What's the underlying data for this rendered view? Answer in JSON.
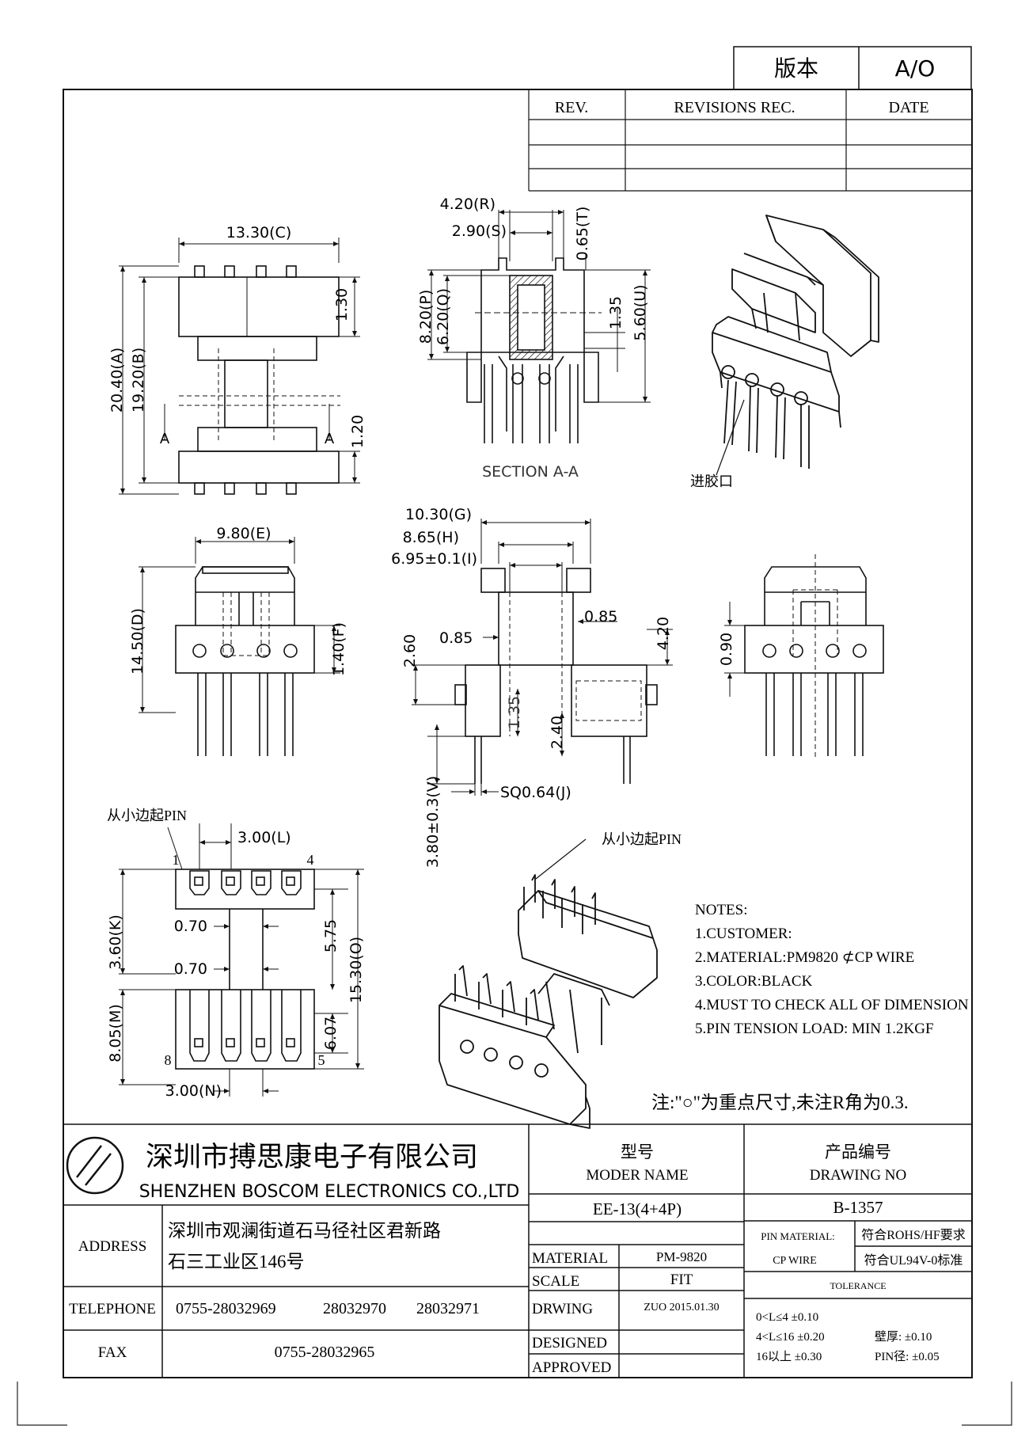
{
  "version": {
    "label": "版本",
    "value": "A/O"
  },
  "revisions": {
    "rev": "REV.",
    "rec": "REVISIONS REC.",
    "date": "DATE"
  },
  "top_view": {
    "dim_c": "13.30(C)",
    "dim_a": "20.40(A)",
    "dim_b": "19.20(B)",
    "dim_130": "1.30",
    "dim_120": "1.20",
    "sec_left": "A",
    "sec_right": "A"
  },
  "section": {
    "r": "4.20(R)",
    "s": "2.90(S)",
    "t": "0.65(T)",
    "p": "8.20(P)",
    "q": "6.20(Q)",
    "dim_135": "1.35",
    "u": "5.60(U)",
    "label": "SECTION A-A"
  },
  "iso": {
    "gate": "进胶口",
    "pin_start": "从小边起PIN"
  },
  "front_view": {
    "e": "9.80(E)",
    "d": "14.50(D)",
    "f": "1.40(F)"
  },
  "side_view": {
    "g": "10.30(G)",
    "h": "8.65(H)",
    "i": "6.95±0.1(I)",
    "d085a": "0.85",
    "d085b": "0.85",
    "d260": "2.60",
    "d420": "4.20",
    "d135": "1.35",
    "d240": "2.40",
    "v": "3.80±0.3(V)",
    "j": "SQ0.64(J)"
  },
  "right_view": {
    "d090": "0.90"
  },
  "bottom_view": {
    "pin_start": "从小边起PIN",
    "l": "3.00(L)",
    "pin1": "1",
    "pin4": "4",
    "pin8": "8",
    "pin5": "5",
    "k": "3.60(K)",
    "d070a": "0.70",
    "d070b": "0.70",
    "d575": "5.75",
    "o": "15.30(O)",
    "m": "8.05(M)",
    "d607": "6.07",
    "n": "3.00(N)"
  },
  "notes": {
    "title": "NOTES:",
    "items": [
      "1.CUSTOMER:",
      "2.MATERIAL:PM9820  ⊄CP WIRE",
      "3.COLOR:BLACK",
      "4.MUST TO CHECK ALL OF DIMENSION",
      "5.PIN TENSION LOAD: MIN 1.2KGF"
    ],
    "remark": "注:\"○\"为重点尺寸,未注R角为0.3."
  },
  "title_block": {
    "company_cn": "深圳市搏思康电子有限公司",
    "company_en": "SHENZHEN BOSCOM ELECTRONICS CO.,LTD",
    "model_cn": "型号",
    "model_en": "MODER NAME",
    "drawing_cn": "产品编号",
    "drawing_en": "DRAWING NO",
    "model": "EE-13(4+4P)",
    "drawing_no": "B-1357",
    "address_label": "ADDRESS",
    "address_1": "深圳市观澜街道石马径社区君新路",
    "address_2": "石三工业区146号",
    "telephone_label": "TELEPHONE",
    "tel_1": "0755-28032969",
    "tel_2": "28032970",
    "tel_3": "28032971",
    "fax_label": "FAX",
    "fax": "0755-28032965",
    "material_label": "MATERIAL",
    "material": "PM-9820",
    "scale_label": "SCALE",
    "scale": "FIT",
    "drawing_label": "DRWING",
    "drawing": "ZUO 2015.01.30",
    "designed_label": "DESIGNED",
    "approved_label": "APPROVED",
    "pin_material_label": "PIN MATERIAL:",
    "pin_material": "CP WIRE",
    "rohs": "符合ROHS/HF要求",
    "ul": "符合UL94V-0标准",
    "tolerance_label": "TOLERANCE",
    "tol_1": "0<L≤4  ±0.10",
    "tol_2": "4<L≤16 ±0.20",
    "tol_3": "16以上    ±0.30",
    "wall": "壁厚:  ±0.10",
    "pin_dia": "PIN径: ±0.05"
  }
}
